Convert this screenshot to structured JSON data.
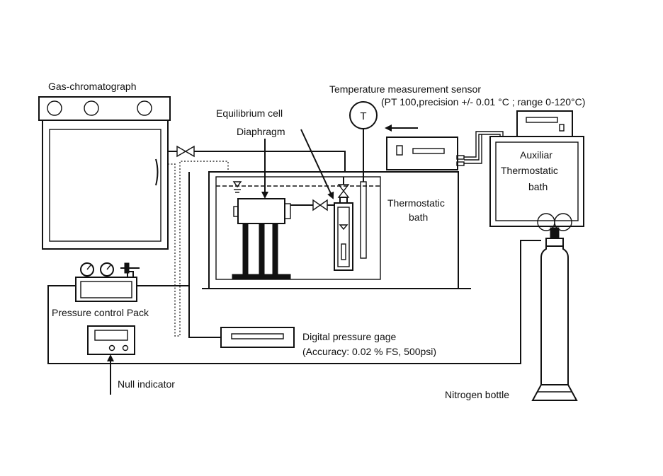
{
  "labels": {
    "gas_chromatograph": "Gas-chromatograph",
    "temperature_sensor": "Temperature measurement sensor",
    "temperature_sensor_spec": "(PT 100,precision +/- 0.01 °C ; range 0-120°C)",
    "equilibrium_cell": "Equilibrium cell",
    "diaphragm": "Diaphragm",
    "thermostatic_bath_line1": "Thermostatic",
    "thermostatic_bath_line2": "bath",
    "auxiliar_line1": "Auxiliar",
    "auxiliar_line2": "Thermostatic",
    "auxiliar_line3": "bath",
    "pressure_control_pack": "Pressure control Pack",
    "digital_pressure_gage": "Digital pressure gage",
    "digital_pressure_gage_spec": "(Accuracy: 0.02 % FS, 500psi)",
    "null_indicator": "Null indicator",
    "nitrogen_bottle": "Nitrogen bottle",
    "sensor_symbol": "T"
  }
}
